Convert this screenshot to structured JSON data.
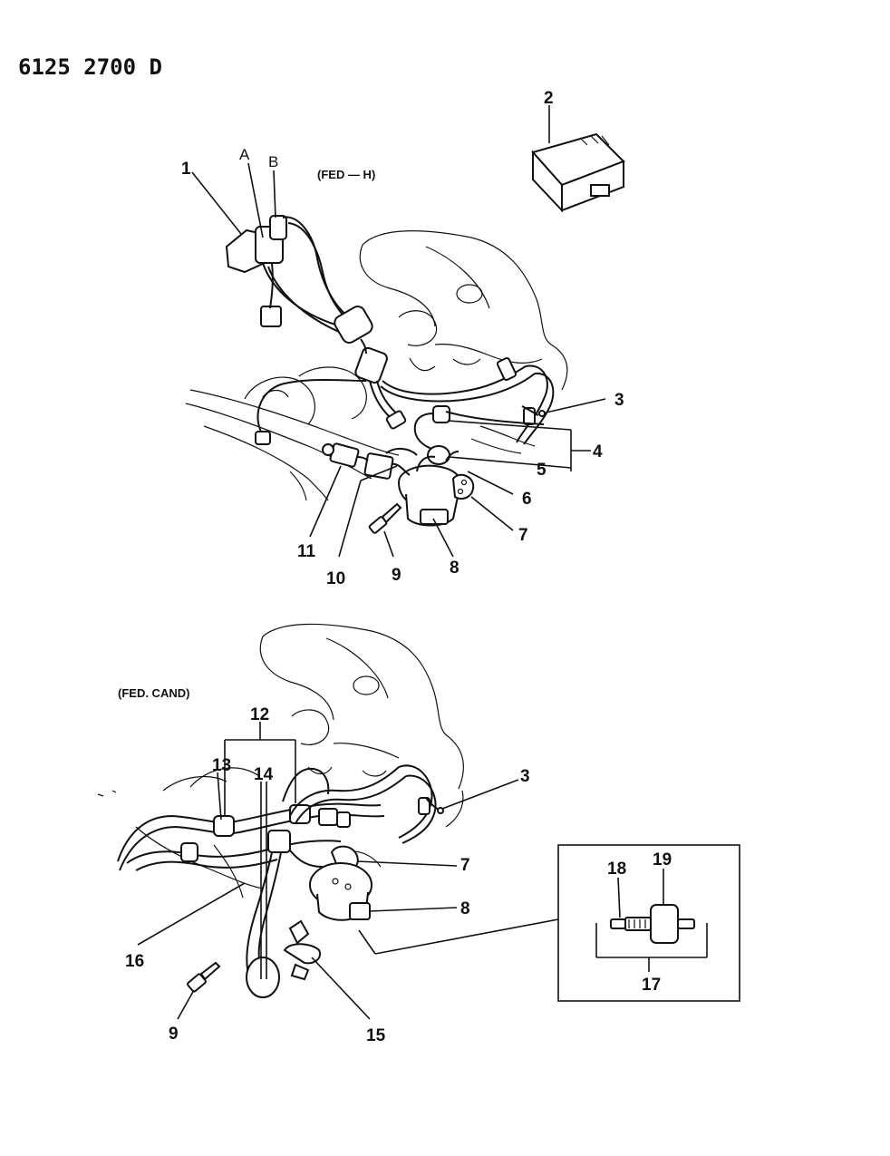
{
  "doc_id": "6125 2700 D",
  "views": {
    "top": {
      "caption": "(FED — H)"
    },
    "bottom": {
      "caption": "(FED. CAND)"
    }
  },
  "labels": {
    "top": {
      "n1": "1",
      "nA": "A",
      "nB": "B",
      "n2": "2",
      "n3": "3",
      "n4": "4",
      "n5": "5",
      "n6": "6",
      "n7": "7",
      "n8": "8",
      "n9": "9",
      "n10": "10",
      "n11": "11"
    },
    "bottom": {
      "n12": "12",
      "n13": "13",
      "n14": "14",
      "n3": "3",
      "n7": "7",
      "n8": "8",
      "n16": "16",
      "n9": "9",
      "n15": "15",
      "n17": "17",
      "n18": "18",
      "n19": "19"
    }
  }
}
